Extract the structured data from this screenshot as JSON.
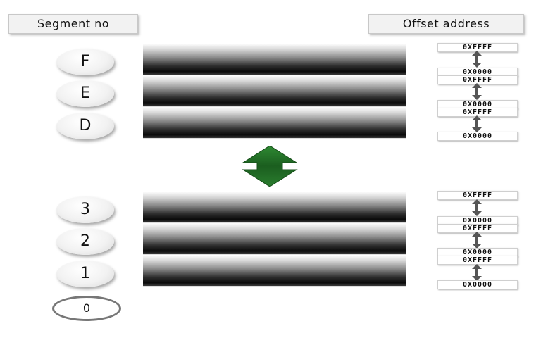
{
  "headers": {
    "segment_no": "Segment no",
    "offset_address": "Offset address"
  },
  "upper_segments": [
    "F",
    "E",
    "D"
  ],
  "lower_segments": [
    "3",
    "2",
    "1"
  ],
  "base_segment": "0",
  "offset_high": "0XFFFF",
  "offset_low": "0X0000",
  "colors": {
    "arrow": "#1f6b22",
    "bar_dark": "#0a0a0a",
    "bar_light": "#ffffff"
  },
  "icons": [
    "double-headed-arrow-icon",
    "vertical-bidirectional-arrow-icon"
  ]
}
